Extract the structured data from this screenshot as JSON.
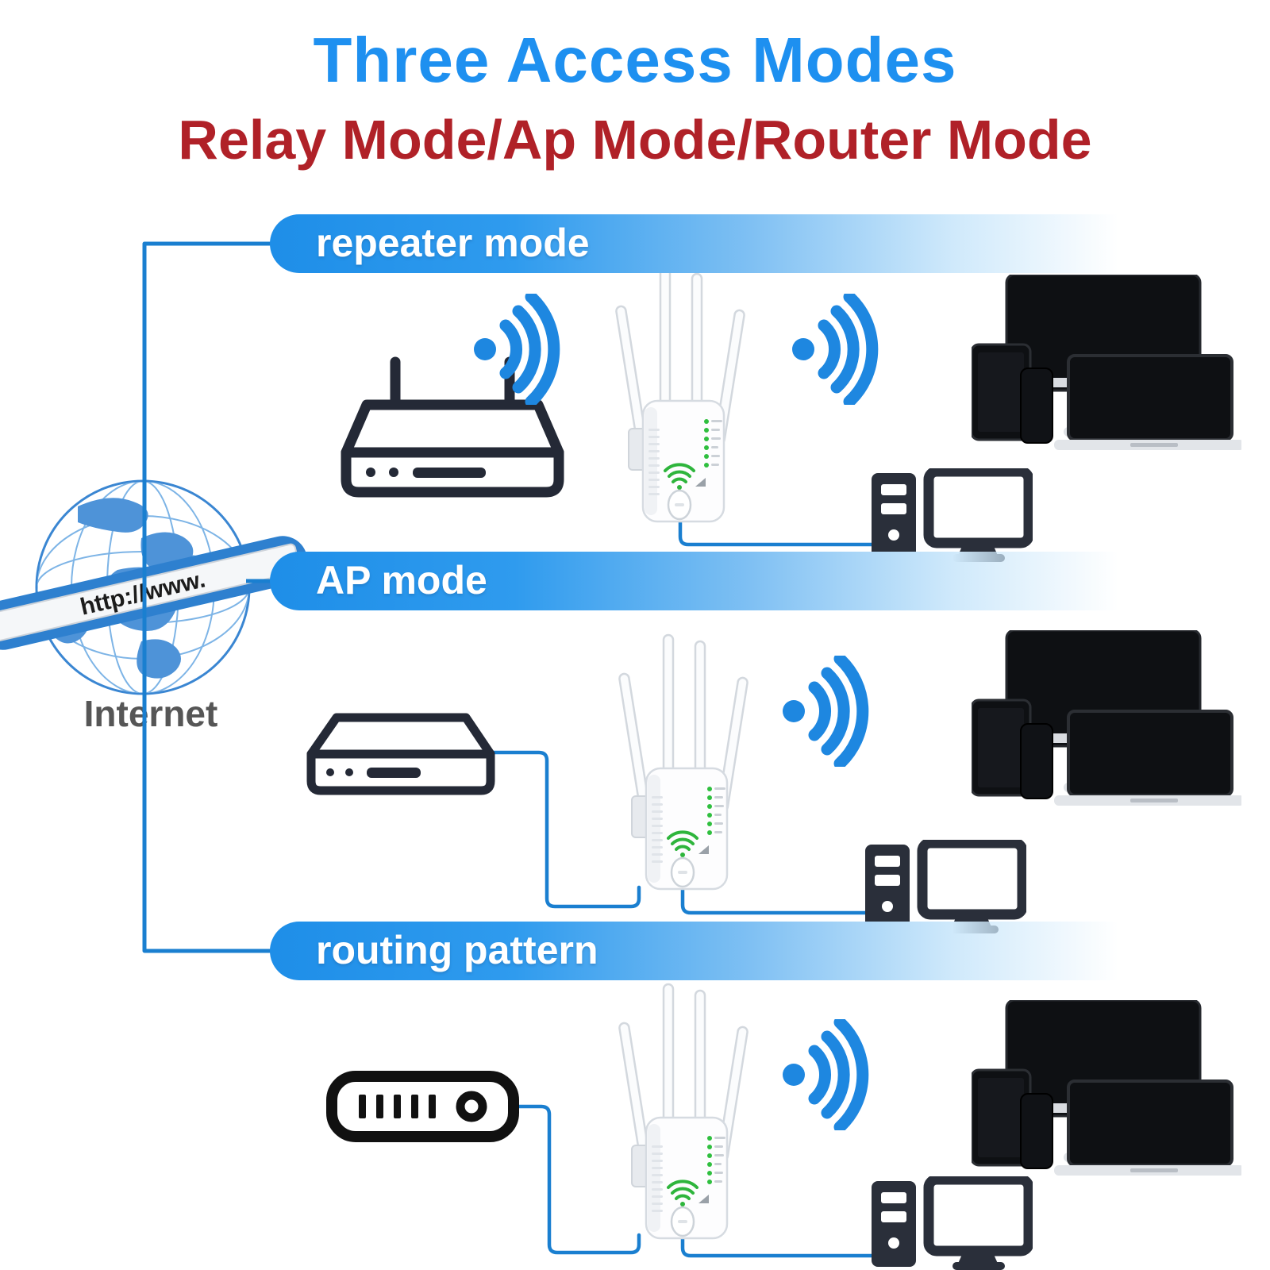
{
  "title": {
    "text": "Three Access Modes",
    "color": "#1e90f0"
  },
  "subtitle": {
    "text": "Relay Mode/Ap Mode/Router Mode",
    "color": "#b02128"
  },
  "banners": {
    "repeater": "repeater mode",
    "ap": "AP mode",
    "routing": "routing pattern"
  },
  "internet": {
    "label": "Internet",
    "ribbon_text": "http://www."
  },
  "icons": {
    "globe": "internet-globe-icon",
    "router": "wifi-router-icon",
    "modem_flat": "modem-icon",
    "modem_pill": "broadband-modem-icon",
    "repeater": "wifi-repeater-device-icon",
    "wifi": "wifi-signal-icon",
    "devices": "client-devices-cluster-icon",
    "pc": "desktop-pc-icon"
  },
  "colors": {
    "title_blue": "#1e90f0",
    "subtitle_red": "#b02128",
    "banner_gradient_start": "#1e8ee8",
    "connector_blue": "#1a7fd0",
    "wifi_blue": "#1e87e0",
    "led_green": "#2fbf3f",
    "icon_dark": "#242936"
  }
}
